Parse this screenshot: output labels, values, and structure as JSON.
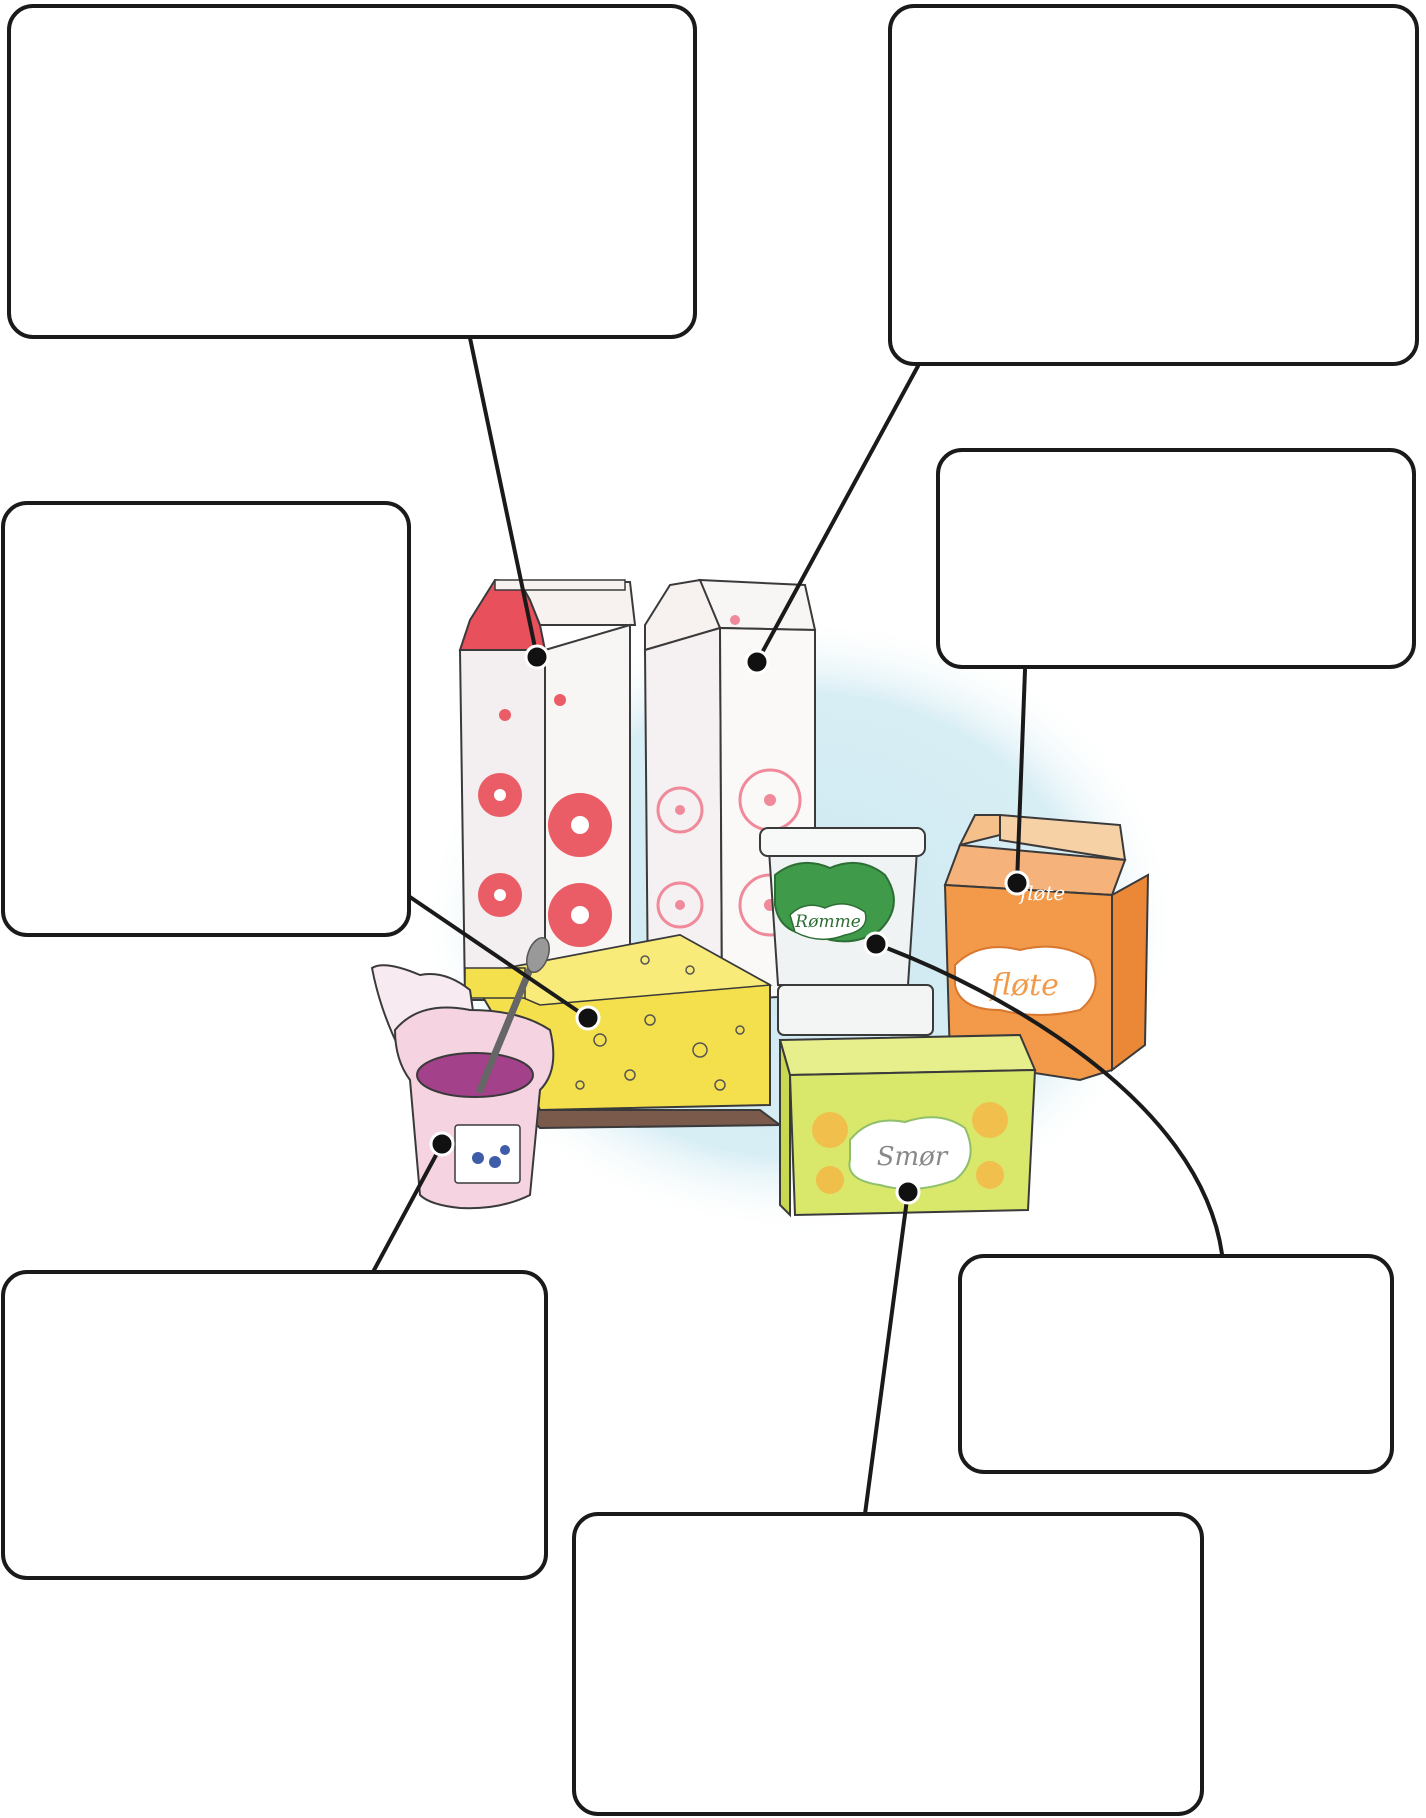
{
  "worksheet": {
    "labels": [
      {
        "name": "label-box-milk-red",
        "text": ""
      },
      {
        "name": "label-box-milk-pink",
        "text": ""
      },
      {
        "name": "label-box-cheese",
        "text": ""
      },
      {
        "name": "label-box-cream",
        "text": ""
      },
      {
        "name": "label-box-yogurt",
        "text": ""
      },
      {
        "name": "label-box-sour-cream",
        "text": ""
      },
      {
        "name": "label-box-butter",
        "text": ""
      }
    ]
  },
  "products": {
    "sour_cream_label": "Rømme",
    "cream_label_top": "fløte",
    "cream_label_front": "fløte",
    "butter_label": "Smør"
  },
  "colors": {
    "backdrop": "#cfe9f2",
    "milk_red": "#e8505b",
    "milk_pink": "#f08a9a",
    "cheese": "#f4e04d",
    "cream_carton": "#f29a4a",
    "sour_cream": "#3f9a4a",
    "butter": "#d9e86a",
    "yogurt": "#d98bb4"
  }
}
